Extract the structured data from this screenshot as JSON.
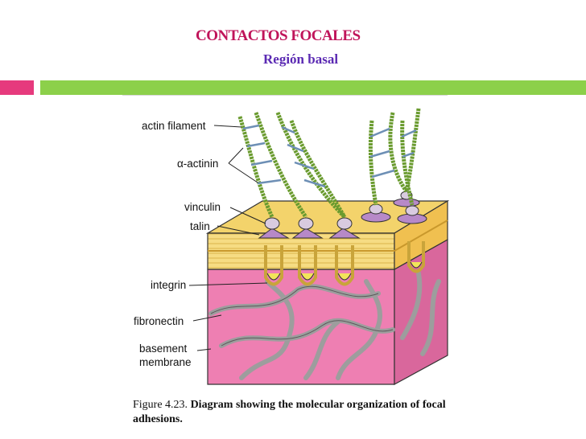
{
  "header": {
    "title": "CONTACTOS FOCALES",
    "subtitle": "Región basal",
    "title_color": "#c0145a",
    "subtitle_color": "#5b2ab3",
    "bar_pink": "#e63a7d",
    "bar_green": "#8cd04a"
  },
  "diagram": {
    "labels": {
      "actin": "actin filament",
      "actinin": "α-actinin",
      "vinculin": "vinculin",
      "talin": "talin",
      "integrin": "integrin",
      "fibronectin": "fibronectin",
      "basement1": "basement",
      "basement2": "membrane"
    },
    "colors": {
      "membrane_top": "#f3d36b",
      "membrane_side": "#f0c050",
      "tissue_front": "#ee7fb2",
      "tissue_side": "#d9679c",
      "actin": "#6a9b2f",
      "actinin": "#6d8fb5",
      "talin": "#b789c8",
      "vinculin": "#d9cbe0",
      "fibers": "#a7a7a7"
    }
  },
  "caption": {
    "number": "Figure 4.23.",
    "text": "Diagram showing the molecular organization of focal adhesions."
  }
}
